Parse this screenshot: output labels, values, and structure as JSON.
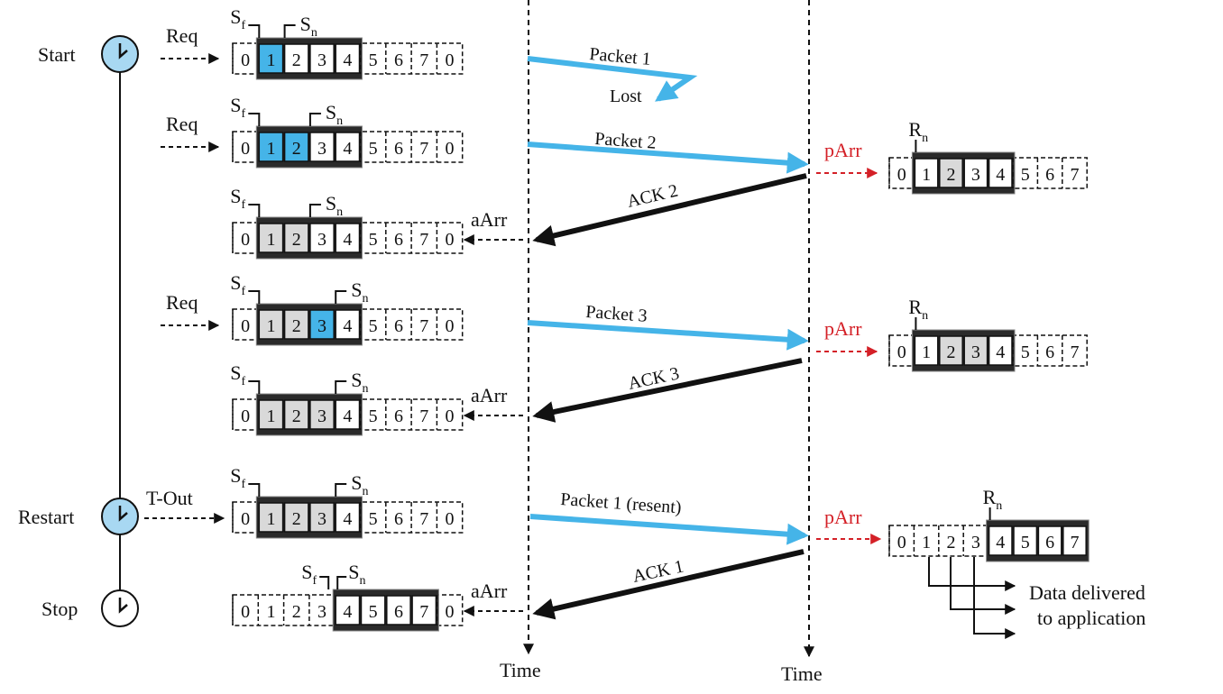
{
  "colors": {
    "blue": "#45b4e8",
    "clock_fill": "#a8d8f2",
    "gray": "#d9d9d9",
    "red": "#d42027",
    "black": "#111111"
  },
  "icons": {
    "timer": "clock-icon"
  },
  "timeline_labels": [
    "Start",
    "Restart",
    "Stop"
  ],
  "event_labels": {
    "req": "Req",
    "tout": "T-Out",
    "aarr": "aArr",
    "parr": "pArr"
  },
  "pointer_labels": {
    "s": "S",
    "f": "f",
    "n": "n",
    "r": "R"
  },
  "time_label": "Time",
  "packets": {
    "p1": "Packet 1",
    "lost": "Lost",
    "p2": "Packet 2",
    "ack2": "ACK 2",
    "p3": "Packet 3",
    "ack3": "ACK 3",
    "p1r": "Packet 1 (resent)",
    "ack1": "ACK 1"
  },
  "delivered": {
    "line1": "Data delivered",
    "line2": "to application"
  },
  "sender_windows": [
    {
      "cells": [
        "0",
        "1",
        "2",
        "3",
        "4",
        "5",
        "6",
        "7",
        "0"
      ],
      "win_start": 1,
      "win_end": 4,
      "sf": 1,
      "sn": 2,
      "blue": [
        1
      ],
      "gray": []
    },
    {
      "cells": [
        "0",
        "1",
        "2",
        "3",
        "4",
        "5",
        "6",
        "7",
        "0"
      ],
      "win_start": 1,
      "win_end": 4,
      "sf": 1,
      "sn": 3,
      "blue": [
        1,
        2
      ],
      "gray": []
    },
    {
      "cells": [
        "0",
        "1",
        "2",
        "3",
        "4",
        "5",
        "6",
        "7",
        "0"
      ],
      "win_start": 1,
      "win_end": 4,
      "sf": 1,
      "sn": 3,
      "blue": [],
      "gray": [
        1,
        2
      ]
    },
    {
      "cells": [
        "0",
        "1",
        "2",
        "3",
        "4",
        "5",
        "6",
        "7",
        "0"
      ],
      "win_start": 1,
      "win_end": 4,
      "sf": 1,
      "sn": 4,
      "blue": [
        3
      ],
      "gray": [
        1,
        2
      ]
    },
    {
      "cells": [
        "0",
        "1",
        "2",
        "3",
        "4",
        "5",
        "6",
        "7",
        "0"
      ],
      "win_start": 1,
      "win_end": 4,
      "sf": 1,
      "sn": 4,
      "blue": [],
      "gray": [
        1,
        2,
        3
      ]
    },
    {
      "cells": [
        "0",
        "1",
        "2",
        "3",
        "4",
        "5",
        "6",
        "7",
        "0"
      ],
      "win_start": 1,
      "win_end": 4,
      "sf": 1,
      "sn": 4,
      "blue": [],
      "gray": [
        1,
        2,
        3
      ]
    },
    {
      "cells": [
        "0",
        "1",
        "2",
        "3",
        "4",
        "5",
        "6",
        "7",
        "0"
      ],
      "win_start": 4,
      "win_end": 7,
      "sf": 4,
      "sn": 4,
      "blue": [],
      "gray": []
    }
  ],
  "receiver_windows": [
    {
      "cells": [
        "0",
        "1",
        "2",
        "3",
        "4",
        "5",
        "6",
        "7"
      ],
      "win_start": 1,
      "win_end": 4,
      "rn": 1,
      "gray": [
        2
      ]
    },
    {
      "cells": [
        "0",
        "1",
        "2",
        "3",
        "4",
        "5",
        "6",
        "7"
      ],
      "win_start": 1,
      "win_end": 4,
      "rn": 1,
      "gray": [
        2,
        3
      ]
    },
    {
      "cells": [
        "0",
        "1",
        "2",
        "3",
        "4",
        "5",
        "6",
        "7"
      ],
      "win_start": 4,
      "win_end": 7,
      "rn": 4,
      "gray": []
    }
  ]
}
